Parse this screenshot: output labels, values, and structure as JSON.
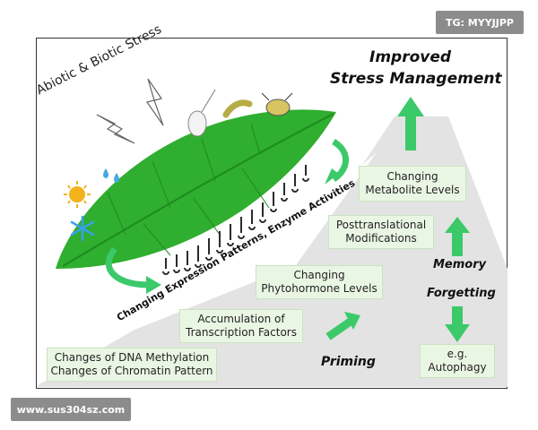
{
  "watermarks": {
    "top_right": "TG: MYYJJPP",
    "bottom_left": "www.sus304sz.com"
  },
  "title": {
    "line1": "Improved",
    "line2": "Stress Management"
  },
  "stress_label": "Abiotic & Biotic Stress",
  "leaf_label": "Changing Expression Patterns, Enzyme Activities",
  "boxes": {
    "dna_line1": "Changes of DNA Methylation",
    "dna_line2": "Changes of Chromatin Pattern",
    "tf_line1": "Accumulation of",
    "tf_line2": "Transcription Factors",
    "phyto_line1": "Changing",
    "phyto_line2": "Phytohormone Levels",
    "ptm_line1": "Posttranslational",
    "ptm_line2": "Modifications",
    "metab_line1": "Changing",
    "metab_line2": "Metabolite Levels",
    "auto_line1": "e.g.",
    "auto_line2": "Autophagy"
  },
  "labels": {
    "priming": "Priming",
    "memory": "Memory",
    "forgetting": "Forgetting"
  },
  "colors": {
    "leaf": "#2fae2f",
    "arrow_green": "#3cc96a",
    "box_fill": "#eaf6e4",
    "ramp": "#e3e3e3",
    "snow": "#3aa0e8",
    "sun": "#f2b21a"
  }
}
